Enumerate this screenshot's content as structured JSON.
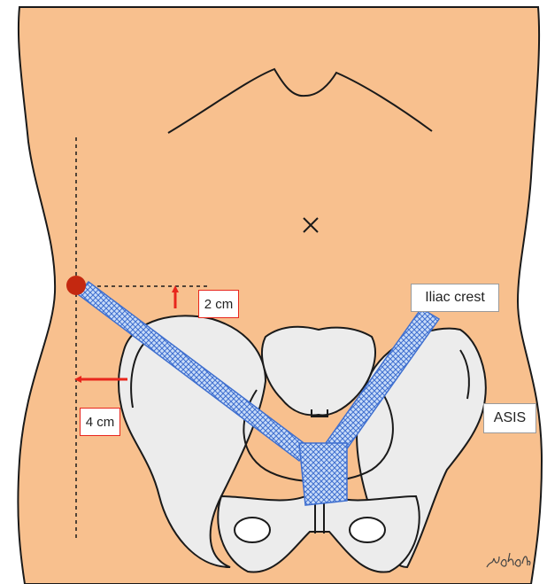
{
  "labels": {
    "distance_up": "2 cm",
    "distance_left": "4 cm",
    "iliac_crest": "Iliac crest",
    "asis": "ASIS"
  },
  "signature": "Yokoda",
  "colors": {
    "skin": "#f8c08e",
    "bone": "#ececec",
    "mesh": "#4b7bd8",
    "arrow": "#e8261c",
    "port_dot": "#c42810"
  }
}
